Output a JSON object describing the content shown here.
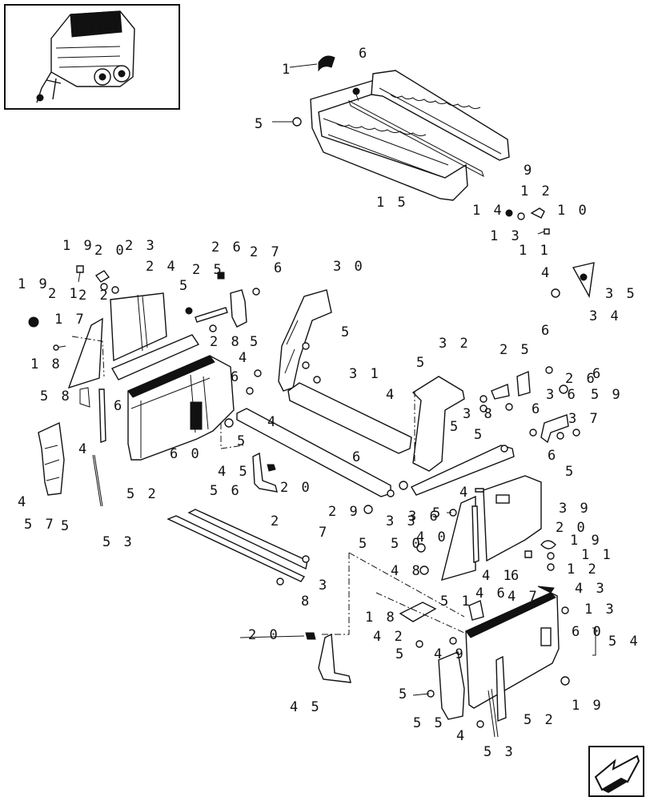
{
  "diagram": {
    "callouts": [
      {
        "id": "c1",
        "text": "1"
      },
      {
        "id": "c6a",
        "text": "6"
      },
      {
        "id": "c5a",
        "text": "5"
      },
      {
        "id": "c9",
        "text": "9"
      },
      {
        "id": "c15",
        "text": "1 5"
      },
      {
        "id": "c14",
        "text": "1 4"
      },
      {
        "id": "c12a",
        "text": "1 2"
      },
      {
        "id": "c10",
        "text": "1 0"
      },
      {
        "id": "c13a",
        "text": "1 3"
      },
      {
        "id": "c11a",
        "text": "1 1"
      },
      {
        "id": "c19a",
        "text": "1 9"
      },
      {
        "id": "c20a",
        "text": "2 0"
      },
      {
        "id": "c23",
        "text": "2 3"
      },
      {
        "id": "c26",
        "text": "2 6"
      },
      {
        "id": "c27",
        "text": "2 7"
      },
      {
        "id": "c19b",
        "text": "1 9"
      },
      {
        "id": "c21",
        "text": "2 1"
      },
      {
        "id": "c22",
        "text": "2 2"
      },
      {
        "id": "c24",
        "text": "2 4"
      },
      {
        "id": "c25a",
        "text": "2 5"
      },
      {
        "id": "c6b",
        "text": "6"
      },
      {
        "id": "c30",
        "text": "3 0"
      },
      {
        "id": "c4a",
        "text": "4"
      },
      {
        "id": "c35",
        "text": "3 5"
      },
      {
        "id": "c34",
        "text": "3 4"
      },
      {
        "id": "c5b",
        "text": "5"
      },
      {
        "id": "c17",
        "text": "1 7"
      },
      {
        "id": "c5c",
        "text": "5"
      },
      {
        "id": "c28",
        "text": "2 8"
      },
      {
        "id": "c18a",
        "text": "1 8"
      },
      {
        "id": "c4b",
        "text": "4"
      },
      {
        "id": "c5d",
        "text": "5"
      },
      {
        "id": "c32",
        "text": "3 2"
      },
      {
        "id": "c25b",
        "text": "2 5"
      },
      {
        "id": "c6c",
        "text": "6"
      },
      {
        "id": "c31",
        "text": "3 1"
      },
      {
        "id": "c5e",
        "text": "5"
      },
      {
        "id": "c26b",
        "text": "2 6"
      },
      {
        "id": "c6d",
        "text": "6"
      },
      {
        "id": "c58",
        "text": "5 8"
      },
      {
        "id": "c6e",
        "text": "6"
      },
      {
        "id": "c4c",
        "text": "4"
      },
      {
        "id": "c36a",
        "text": "3 6"
      },
      {
        "id": "c59",
        "text": "5 9"
      },
      {
        "id": "c6f",
        "text": "6"
      },
      {
        "id": "c4d",
        "text": "4"
      },
      {
        "id": "c38",
        "text": "3 8"
      },
      {
        "id": "c5f",
        "text": "5"
      },
      {
        "id": "c6g",
        "text": "6"
      },
      {
        "id": "c37",
        "text": "3 7"
      },
      {
        "id": "c4e",
        "text": "4"
      },
      {
        "id": "c5g",
        "text": "5"
      },
      {
        "id": "c6h",
        "text": "6"
      },
      {
        "id": "c60a",
        "text": "6 0"
      },
      {
        "id": "c5h",
        "text": "5"
      },
      {
        "id": "c5i",
        "text": "5"
      },
      {
        "id": "c45a",
        "text": "4 5"
      },
      {
        "id": "c6i",
        "text": "6"
      },
      {
        "id": "c56",
        "text": "5 6"
      },
      {
        "id": "c20b",
        "text": "2 0"
      },
      {
        "id": "c4f",
        "text": "4"
      },
      {
        "id": "c52a",
        "text": "5 2"
      },
      {
        "id": "c29",
        "text": "2 9"
      },
      {
        "id": "c33",
        "text": "3 3"
      },
      {
        "id": "c36b",
        "text": "3 6"
      },
      {
        "id": "c57",
        "text": "5 7"
      },
      {
        "id": "c5j",
        "text": "5"
      },
      {
        "id": "c4g",
        "text": "4"
      },
      {
        "id": "c5k",
        "text": "5"
      },
      {
        "id": "c39",
        "text": "3 9"
      },
      {
        "id": "c53a",
        "text": "5 3"
      },
      {
        "id": "c2",
        "text": "2"
      },
      {
        "id": "c5l",
        "text": "5"
      },
      {
        "id": "c20c",
        "text": "2 0"
      },
      {
        "id": "c7",
        "text": "7"
      },
      {
        "id": "c50",
        "text": "5 0"
      },
      {
        "id": "c40",
        "text": "4 0"
      },
      {
        "id": "c19c",
        "text": "1 9"
      },
      {
        "id": "c11b",
        "text": "1 1"
      },
      {
        "id": "c48",
        "text": "4 8"
      },
      {
        "id": "c41",
        "text": "4 1"
      },
      {
        "id": "c16",
        "text": "6"
      },
      {
        "id": "c12b",
        "text": "1 2"
      },
      {
        "id": "c3",
        "text": "3"
      },
      {
        "id": "c8",
        "text": "8"
      },
      {
        "id": "c43",
        "text": "4 3"
      },
      {
        "id": "c51",
        "text": "5 1"
      },
      {
        "id": "c46",
        "text": "4 6"
      },
      {
        "id": "c47",
        "text": "4 7"
      },
      {
        "id": "c18b",
        "text": "1 8"
      },
      {
        "id": "c13b",
        "text": "1 3"
      },
      {
        "id": "c42",
        "text": "4 2"
      },
      {
        "id": "c20d",
        "text": "2 0"
      },
      {
        "id": "c60b",
        "text": "6 0"
      },
      {
        "id": "c54",
        "text": "5 4"
      },
      {
        "id": "c5m",
        "text": "5"
      },
      {
        "id": "c49",
        "text": "4 9"
      },
      {
        "id": "c5n",
        "text": "5"
      },
      {
        "id": "c19d",
        "text": "1 9"
      },
      {
        "id": "c45b",
        "text": "4 5"
      },
      {
        "id": "c55",
        "text": "5 5"
      },
      {
        "id": "c52b",
        "text": "5 2"
      },
      {
        "id": "c4h",
        "text": "4"
      },
      {
        "id": "c53b",
        "text": "5 3"
      }
    ],
    "icons": {
      "thumbnail": "baler-machine-icon",
      "navigation": "next-page-arrow-icon"
    }
  }
}
